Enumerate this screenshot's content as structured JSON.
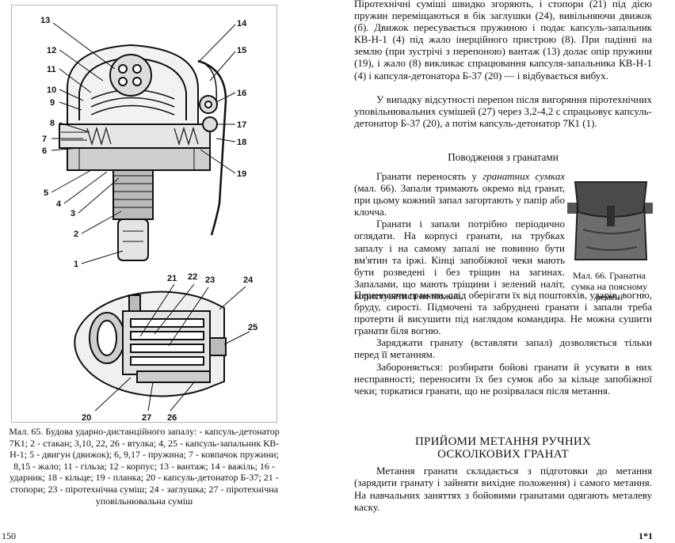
{
  "figure": {
    "numbers": [
      "1",
      "2",
      "3",
      "4",
      "5",
      "6",
      "7",
      "8",
      "9",
      "10",
      "11",
      "12",
      "13",
      "14",
      "15",
      "16",
      "17",
      "18",
      "19",
      "20",
      "21",
      "22",
      "23",
      "24",
      "25",
      "26",
      "27"
    ],
    "caption": "Мал. 65. Будова ударно-дистанційного запалу: - капсуль-детонатор 7К1; 2 - стакан; 3,10, 22, 26 - втулка; 4, 25 - капсуль-запальник КВ-Н-1; 5 - двигун (движок); 6, 9,17 - пружина; 7 - ковпачок пружини; 8,15 - жало; 11 - гільза; 12 - корпус; 13 - вантаж; 14 - важіль; 16 - ударник; 18 - кільце; 19 - планка; 20 - капсуль-детонатор Б-37; 21 - стопори; 23 - піротехнічна суміш; 24 - заглушка; 27 - піротехнічна уповільнювальна суміш"
  },
  "page": {
    "left_number": "150",
    "right_number": "1*1"
  },
  "right": {
    "para_top": "Піротехнічні суміші швидко згоряють, і стопори (21) під дією пружин переміщаються в бік заглушки (24), вивільняючи движок (б). Движок пересувається пружиною і подає капсуль-запальник КВ-Н-1 (4) під жало інерційного пристрою (8). При падінні на землю (при зустрічі з перепоною) вантаж (13) долає опір пружини (19), і жало (8) викликає спрацювання капсуля-запальника КВ-Н-1 (4) і капсуля-детонатора Б-37 (20) — і відбувається вибух.",
    "para_fail": "У випадку відсутності перепон після вигоряння піротехнічних уповільнювальних сумішей (27) через 3,2-4,2 с спрацьовує капсуль-детонатор Б-37 (20), а потім капсуль-детонатор 7К1 (1).",
    "section_title": "Поводження з гранатами",
    "handling_p1_start": "Гранати переносять у ",
    "handling_p1_italic": "гранатних сумках",
    "handling_p1_end": " (мал. 66). Запали тримають окремо від гранат, при цьому кожний запал загортають у папір або клочча.",
    "handling_p2": "Гранати і запали потрібно періодично оглядати. На корпусі гранати, на трубках запалу і на самому запалі не повинно бути вм'ятин та іржі. Кінці запобіжної чеки мають бути розведені і без тріщин на загинах. Запалами, що мають тріщини і зелений наліт, користуватися не можна.",
    "handling_p2_cont": "Переносячи гранати, слід оберігати їх від поштовхів, ударів, вогню, бруду, сирості. Підмочені та забруднені гранати і запали треба протерти й висушити під наглядом командира. Не можна сушити гранати біля вогню.",
    "para_load": "Заряджати гранату (вставляти запал) дозволяється тільки перед її метанням.",
    "para_forbid": "Забороняється: розбирати бойові гранати й усувати в них несправності; переносити їх без сумок або за кільце запобіжної чеки; торкатися гранати, що не розірвалася після метання.",
    "photo_caption": "Мал. 66. Гранатна сумка на поясному ремені",
    "heading2_line1": "ПРИЙОМИ МЕТАННЯ РУЧНИХ",
    "heading2_line2": "ОСКОЛКОВИХ ГРАНАТ",
    "para_throw": "Метання гранати складається з підготовки до метання (зарядити гранату і зайняти вихідне положення) і самого метання. На навчальних заняттях з бойовими гранатами одягають металеву каску."
  }
}
